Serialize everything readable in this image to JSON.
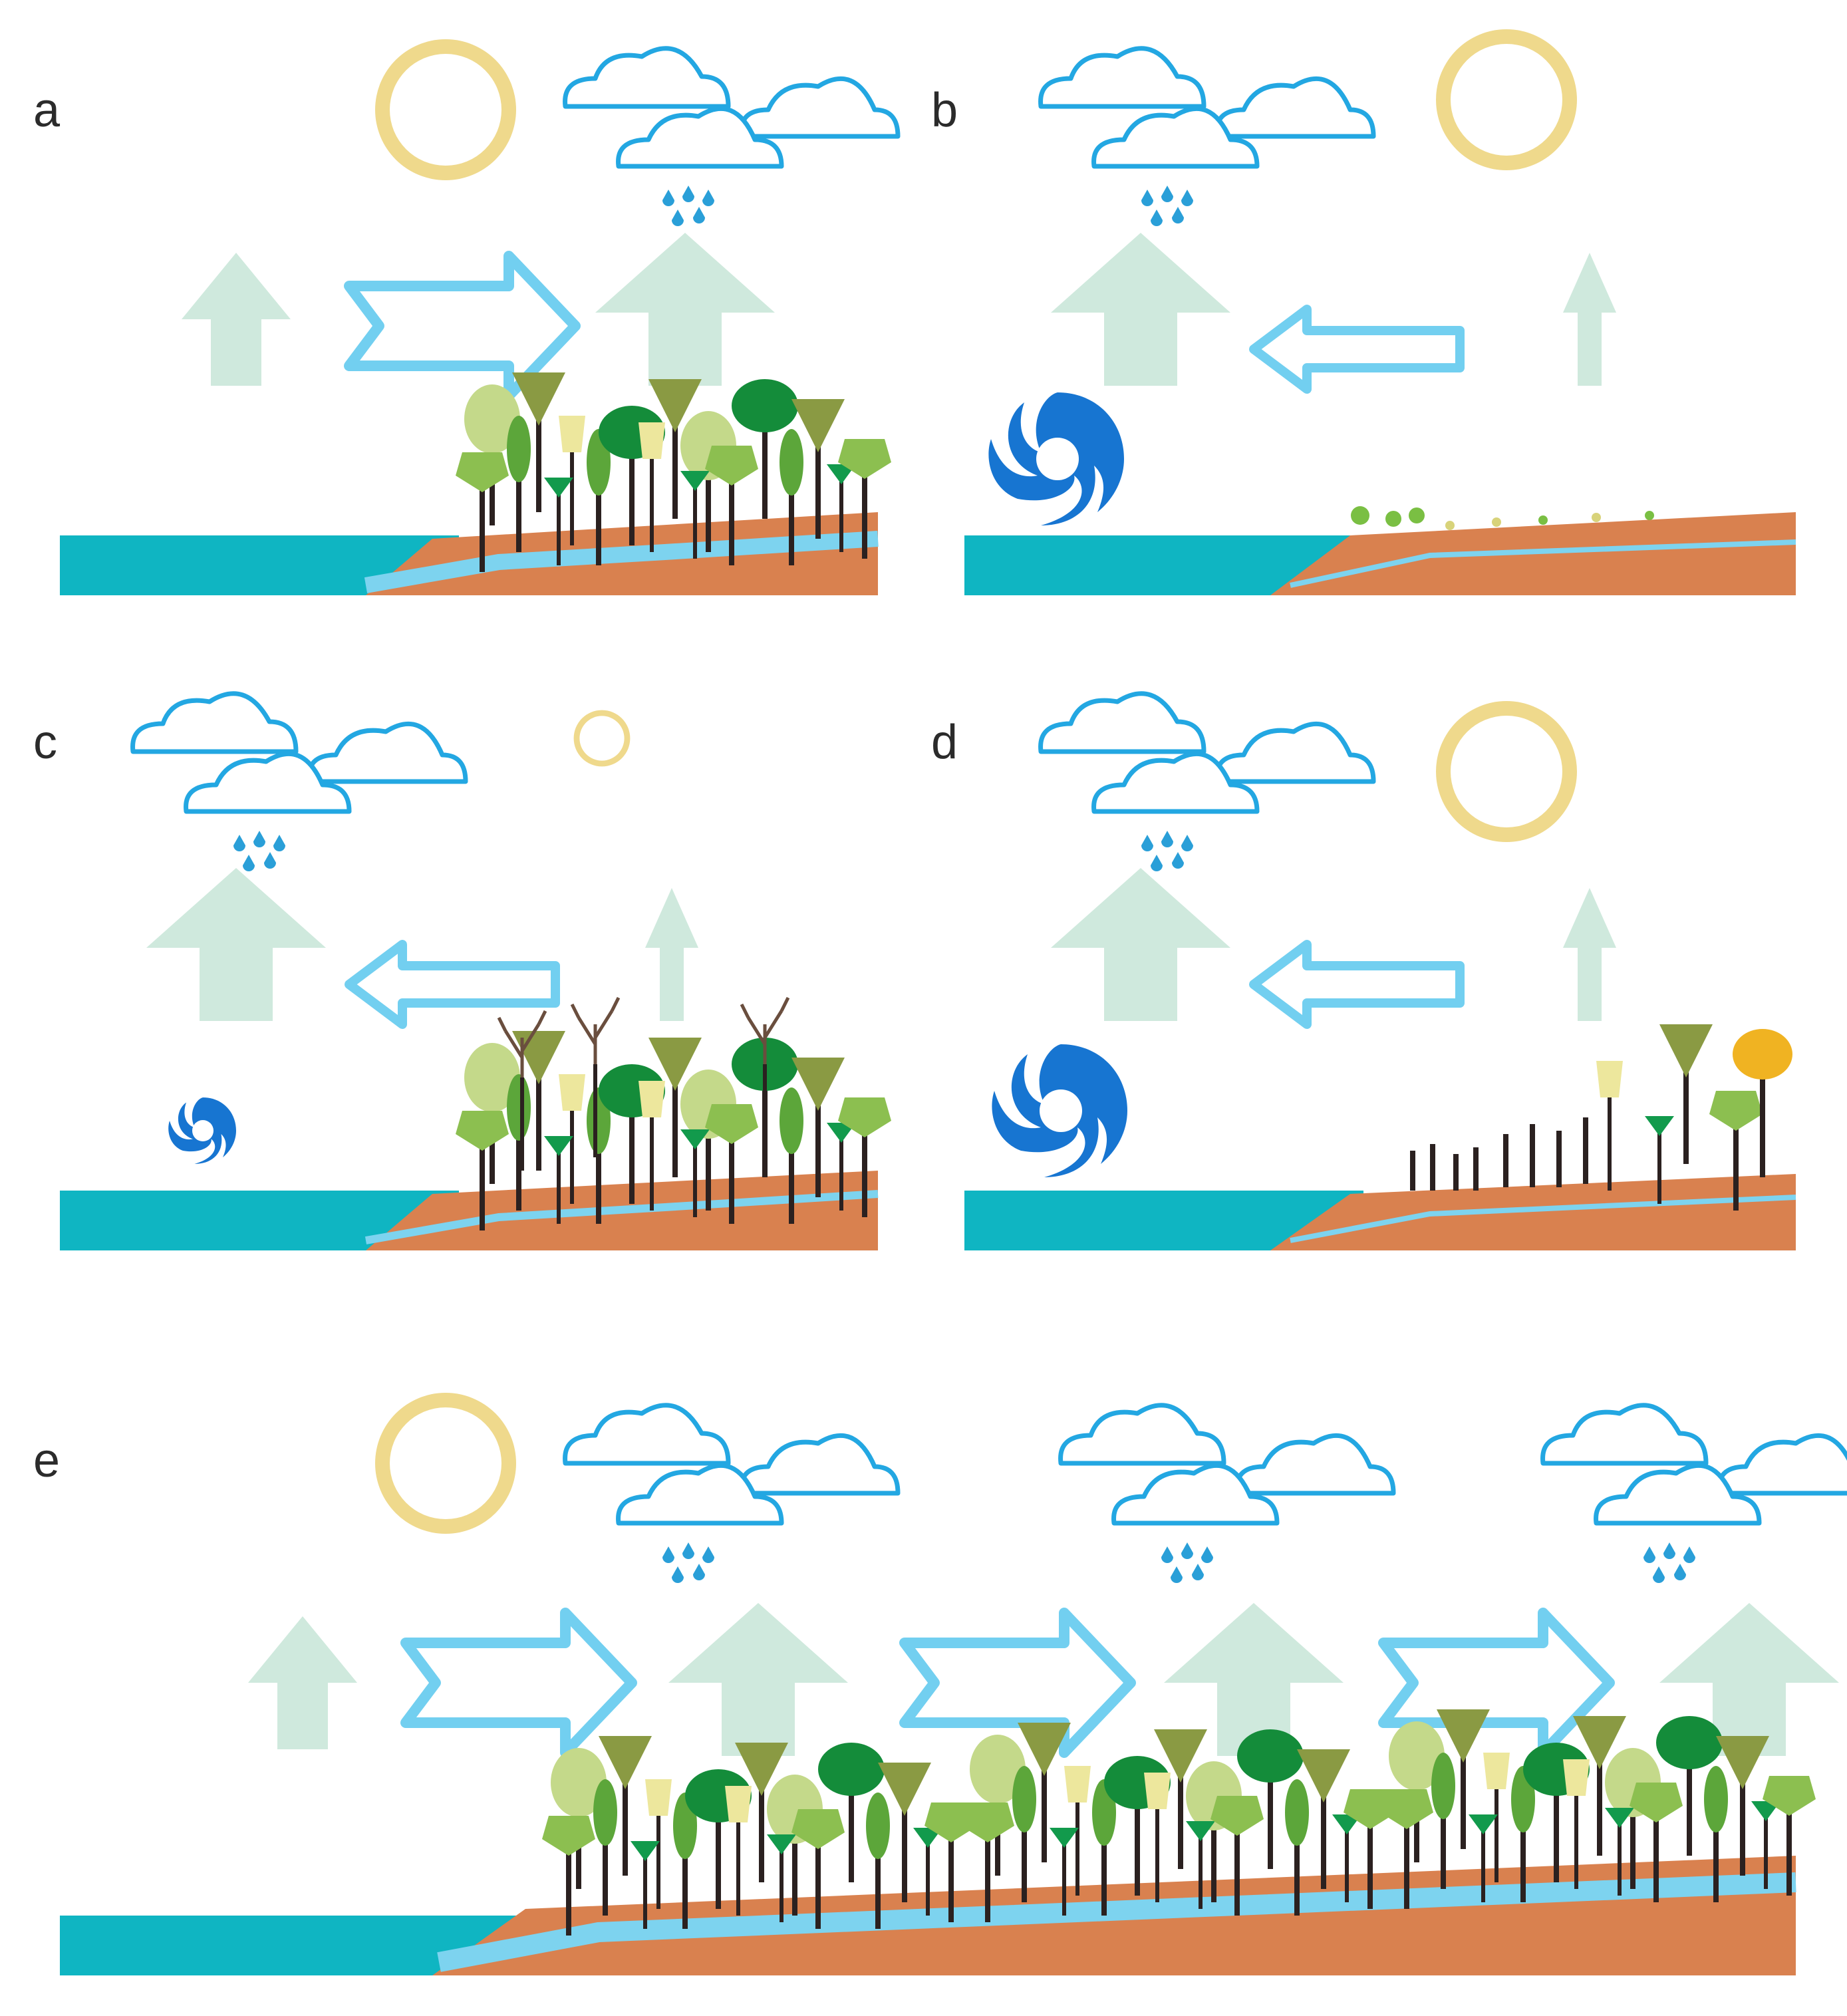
{
  "figure": {
    "colors": {
      "sea": "#0fb5c2",
      "soil": "#d9814f",
      "groundwater": "#7dd3ef",
      "vapour_arrow": "#cfe9dd",
      "wind_arrow": "#72cff0",
      "cloud": "#23a7e2",
      "rain": "#2a9fd8",
      "sun": "#efd98c",
      "cyclone": "#1775d1",
      "trunk": "#2b2120"
    },
    "panels": [
      {
        "id": "a",
        "label": "a",
        "sun_size": "large",
        "wind_direction": "inland",
        "cyclone": "none",
        "forest": "intact"
      },
      {
        "id": "b",
        "label": "b",
        "sun_size": "large",
        "wind_direction": "seaward",
        "cyclone": "large",
        "forest": "cleared"
      },
      {
        "id": "c",
        "label": "c",
        "sun_size": "small",
        "wind_direction": "seaward",
        "cyclone": "small",
        "forest": "partly-dead"
      },
      {
        "id": "d",
        "label": "d",
        "sun_size": "large",
        "wind_direction": "seaward",
        "cyclone": "large",
        "forest": "stumps-and-regrowth"
      },
      {
        "id": "e",
        "label": "e",
        "sun_size": "large",
        "wind_direction": "inland",
        "cyclone": "none",
        "forest": "continuous"
      }
    ]
  }
}
